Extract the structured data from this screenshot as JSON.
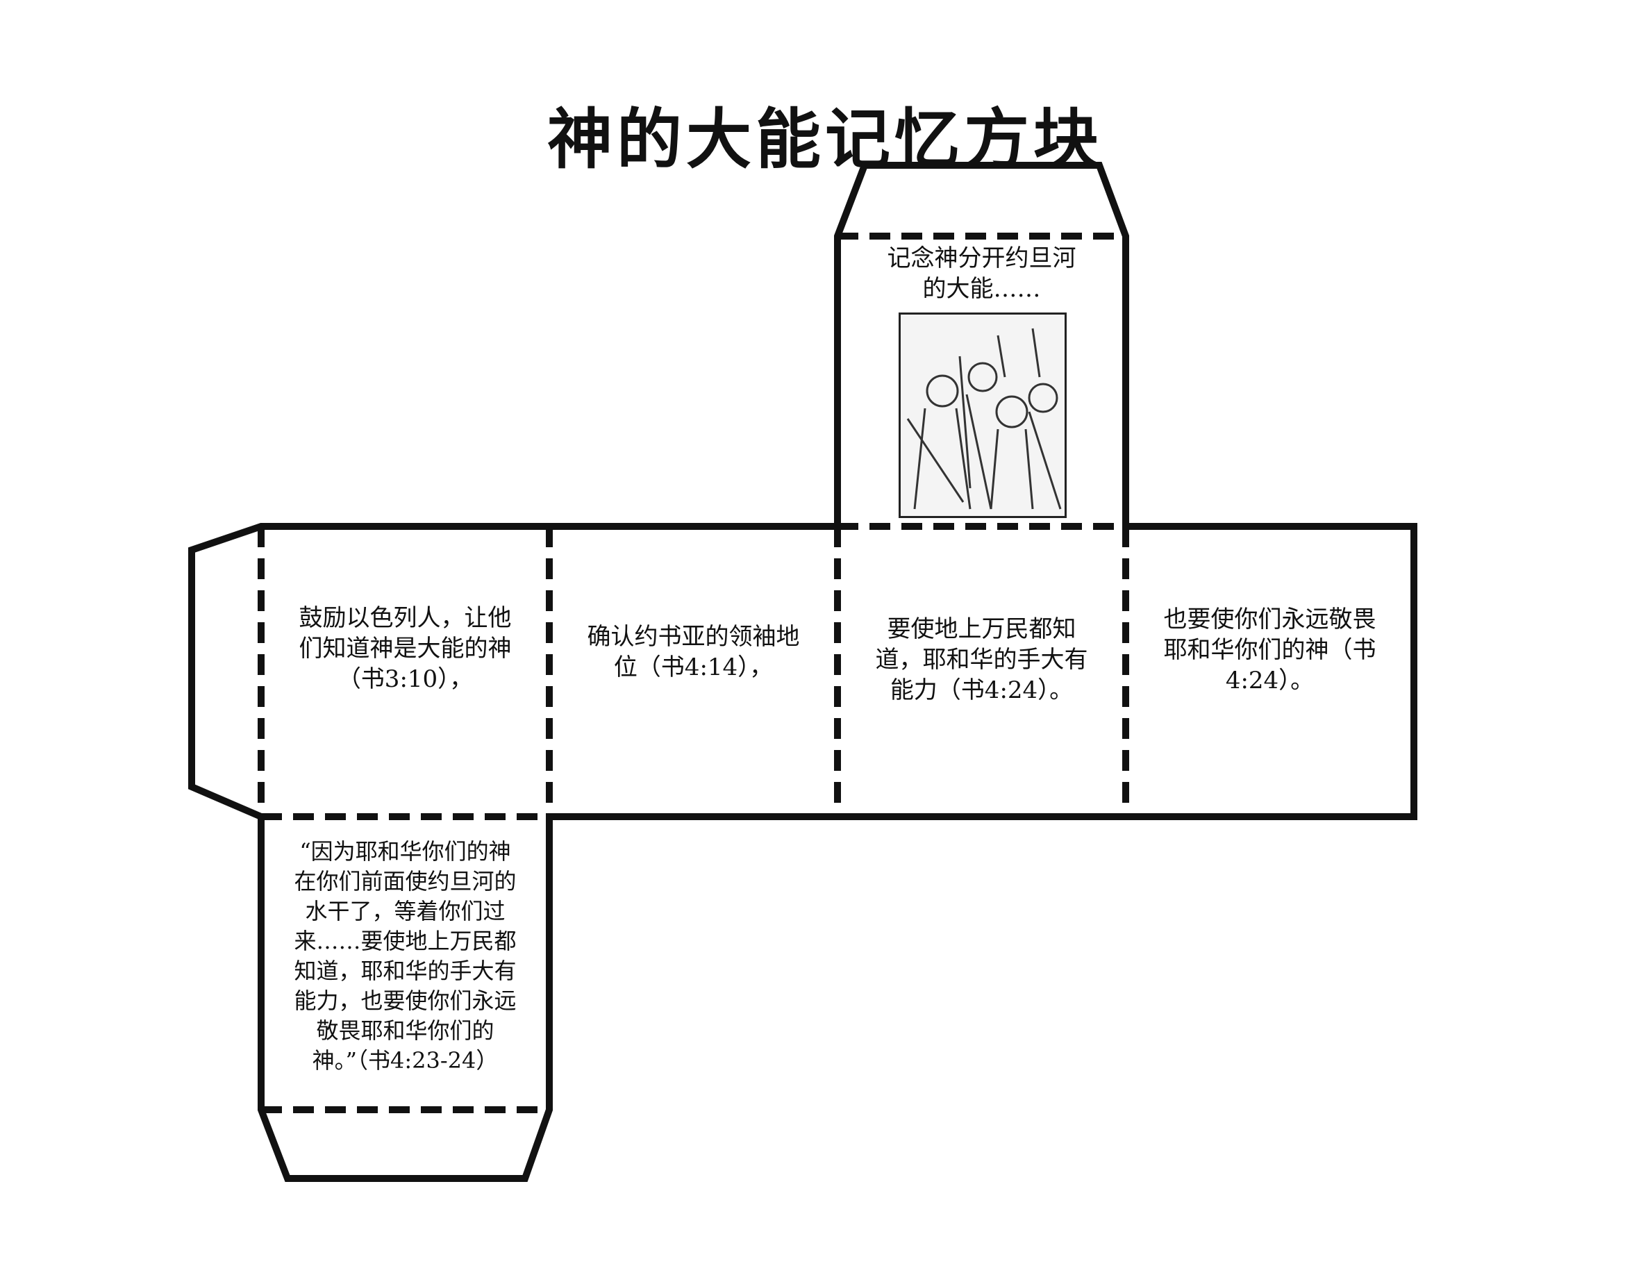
{
  "title": "神的大能记忆方块",
  "faces": {
    "top": {
      "lines": [
        "记念神分开约旦河",
        "的大能……"
      ],
      "image": "crossing-jordan-illustration"
    },
    "left": {
      "lines": [
        "鼓励以色列人，让他",
        "们知道神是大能的神",
        "（书3:10），"
      ]
    },
    "center_left": {
      "lines": [
        "确认约书亚的领袖地",
        "位（书4:14），"
      ]
    },
    "center": {
      "lines": [
        "要使地上万民都知",
        "道，耶和华的手大有",
        "能力（书4:24）。"
      ]
    },
    "right": {
      "lines": [
        "也要使你们永远敬畏",
        "耶和华你们的神（书",
        "4:24）。"
      ]
    },
    "bottom": {
      "lines": [
        "“因为耶和华你们的神",
        "在你们前面使约旦河的",
        "水干了，等着你们过",
        "来……要使地上万民都",
        "知道，耶和华的手大有",
        "能力，也要使你们永远",
        "敬畏耶和华你们的",
        "神。”（书4:23-24）"
      ]
    }
  }
}
